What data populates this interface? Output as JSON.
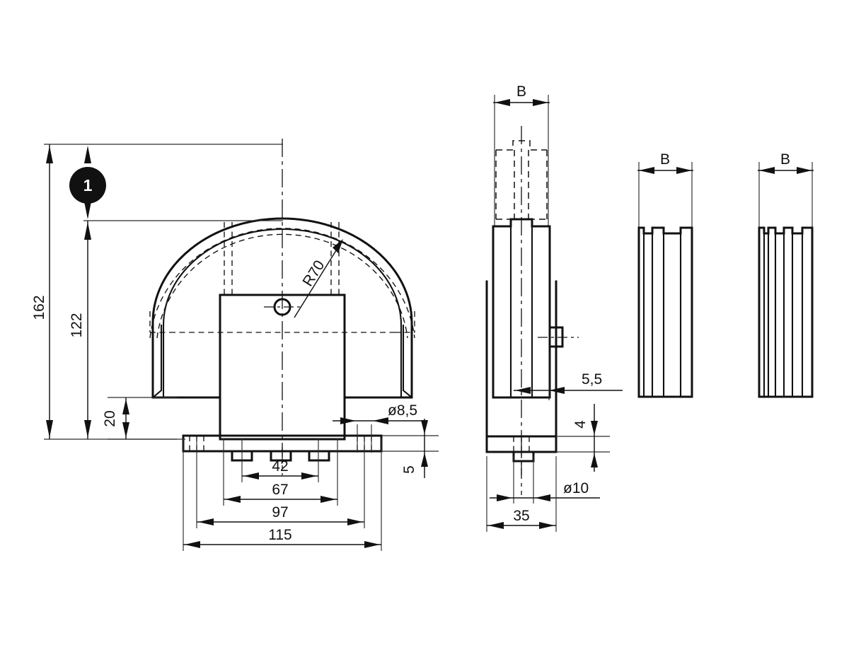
{
  "drawing": {
    "title": "Roller bracket technical drawing",
    "background_color": "#ffffff",
    "line_color": "#111111",
    "balloon": {
      "label": "1"
    },
    "views": [
      {
        "name": "front-view",
        "label": ""
      },
      {
        "name": "side-view",
        "label": ""
      },
      {
        "name": "profile-view-a",
        "label": ""
      },
      {
        "name": "profile-view-b",
        "label": ""
      }
    ],
    "dimensions": {
      "overall_height": "162",
      "roller_center_height": "122",
      "base_offset_height": "20",
      "base_plate_thickness": "5",
      "hole_spacing_inner": "42",
      "hole_spacing_mid": "67",
      "hole_spacing_outer": "97",
      "base_plate_width": "115",
      "bolt_hole_diameter": "ø8,5",
      "roller_radius": "R70",
      "side_depth": "35",
      "pin_diameter": "ø10",
      "slot_width": "5,5",
      "foot_height": "4",
      "width_b_side": "B",
      "width_b_profile_a": "B",
      "width_b_profile_b": "B"
    }
  }
}
